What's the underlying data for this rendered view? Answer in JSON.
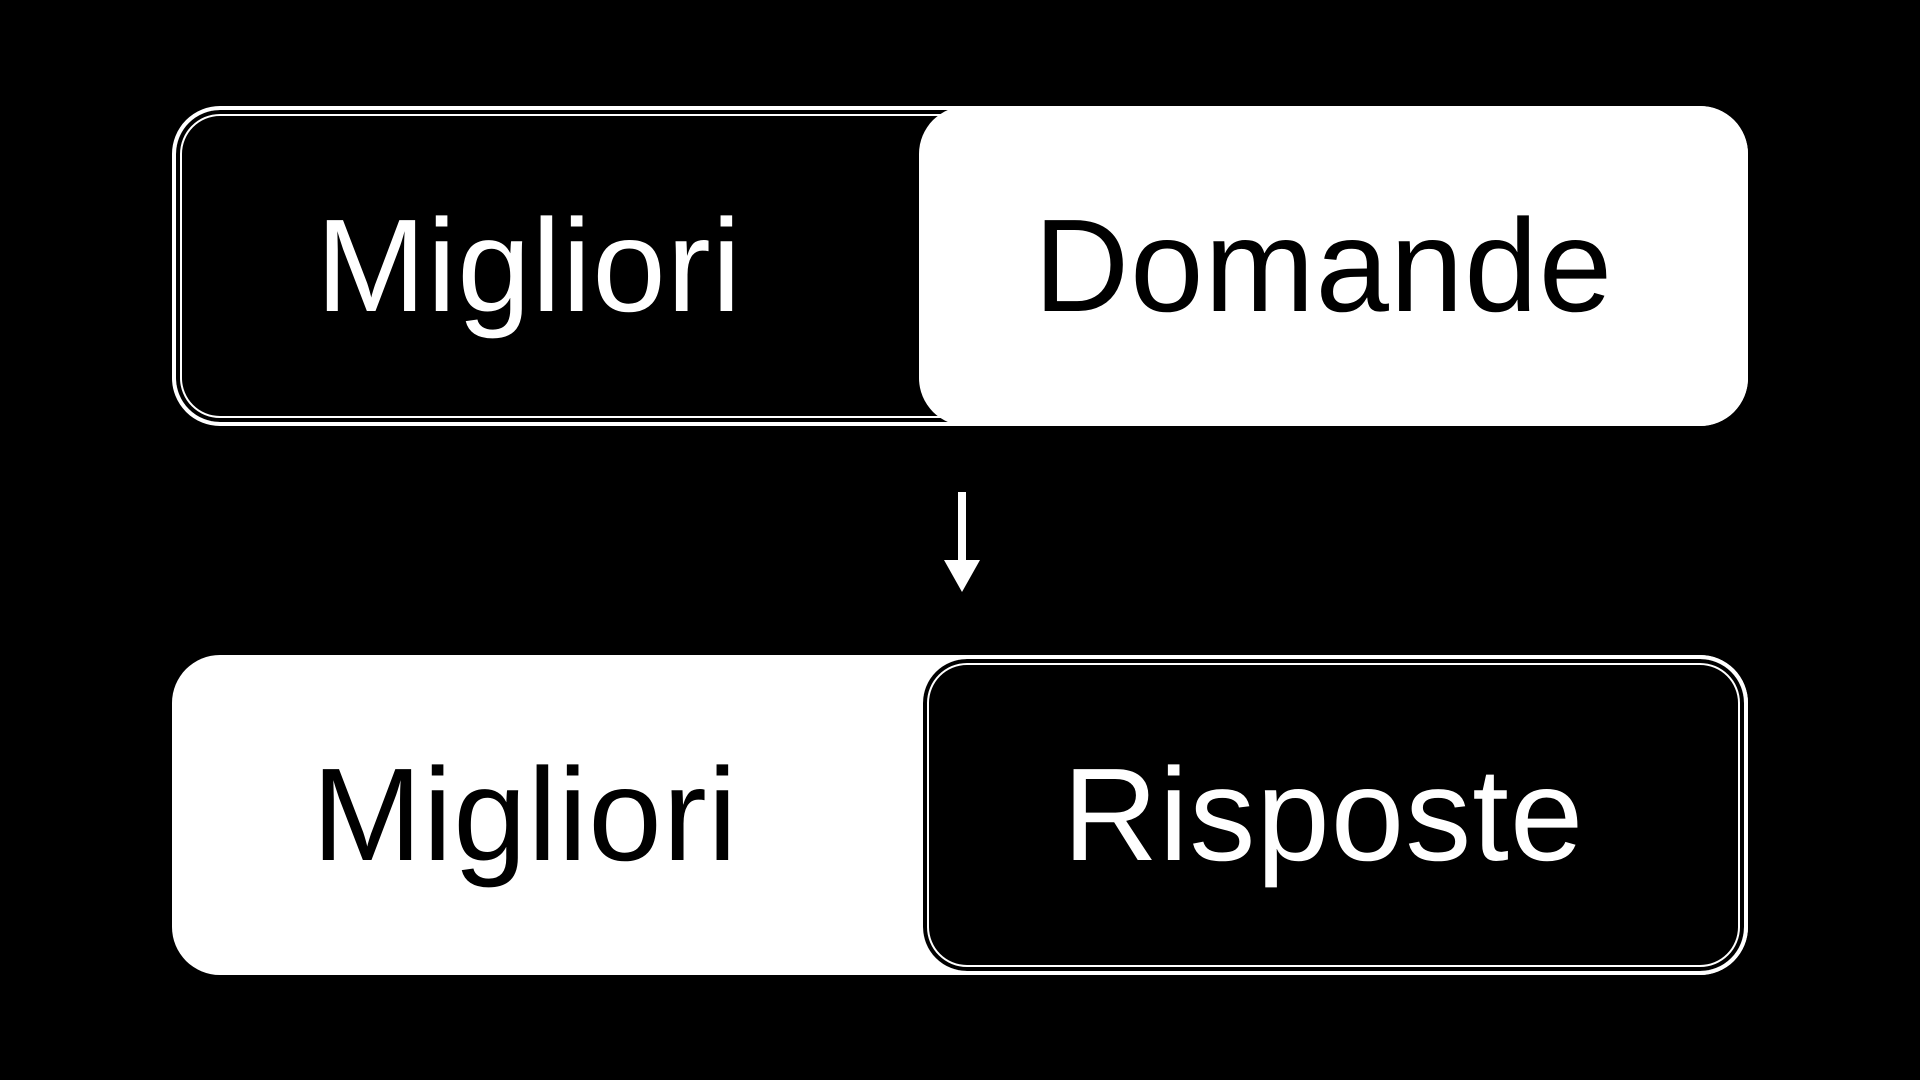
{
  "diagram": {
    "top_row": {
      "left_label": "Migliori",
      "right_label": "Domande"
    },
    "arrow": {
      "direction": "down",
      "icon": "arrow-down-icon"
    },
    "bottom_row": {
      "left_label": "Migliori",
      "right_label": "Risposte"
    },
    "colors": {
      "background": "#000000",
      "foreground": "#ffffff"
    }
  }
}
